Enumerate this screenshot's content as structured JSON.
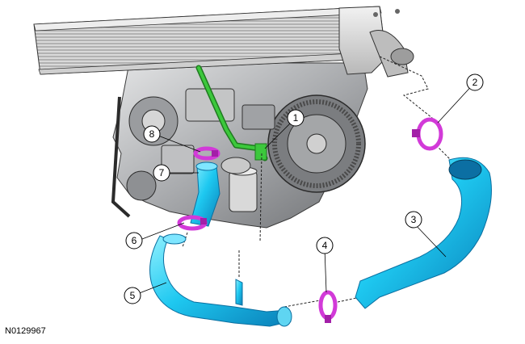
{
  "figure_id": "N0129967",
  "callouts": [
    {
      "number": "1"
    },
    {
      "number": "2"
    },
    {
      "number": "3"
    },
    {
      "number": "4"
    },
    {
      "number": "5"
    },
    {
      "number": "6"
    },
    {
      "number": "7"
    },
    {
      "number": "8"
    }
  ],
  "colors": {
    "hose_blue": "#1ec8f0",
    "hose_blue_dark": "#0a8fc6",
    "clamp_magenta": "#d23ad8",
    "vent_green": "#3cc83c",
    "engine_grey": "#b9bbbd",
    "engine_dark": "#4a4c4f"
  }
}
